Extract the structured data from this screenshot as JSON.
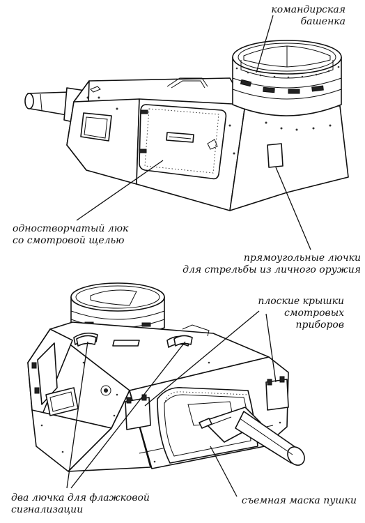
{
  "labels": {
    "commander_cupola": [
      "командирская",
      "башенка"
    ],
    "single_hatch": [
      "одностворчатый люк",
      "со смотровой щелью"
    ],
    "pistol_ports": [
      "прямоугольные лючки",
      "для стрельбы из личного оружия"
    ],
    "vision_covers": [
      "плоские крышки",
      "смотровых",
      "приборов"
    ],
    "signal_hatches": [
      "два лючка для флажковой",
      "сигнализации"
    ],
    "gun_mantlet": [
      "съемная маска пушки"
    ]
  }
}
